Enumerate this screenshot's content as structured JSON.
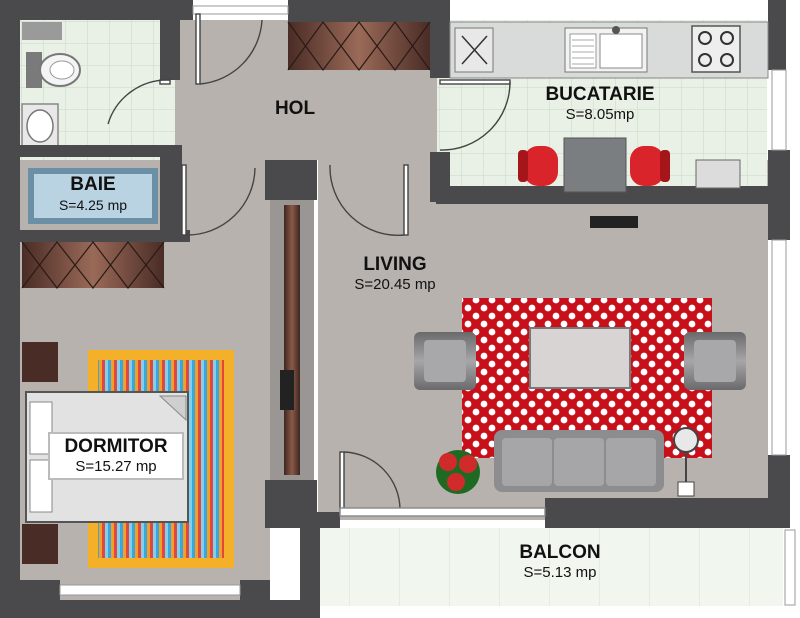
{
  "rooms": {
    "hol": {
      "name": "HOL"
    },
    "bucatarie": {
      "name": "BUCATARIE",
      "area": "S=8.05mp"
    },
    "baie": {
      "name": "BAIE",
      "area": "S=4.25 mp"
    },
    "living": {
      "name": "LIVING",
      "area": "S=20.45 mp"
    },
    "dormitor": {
      "name": "DORMITOR",
      "area": "S=15.27 mp"
    },
    "balcon": {
      "name": "BALCON",
      "area": "S=5.13 mp"
    }
  },
  "colors": {
    "wall": "#4a4a4c",
    "floor_gray": "#b8b2ae",
    "tile": "#e9f1e6",
    "rug_red": "#c8101a",
    "sofa": "#8d8d8f",
    "chair_red": "#d8242a",
    "wardrobe": "#5a3a30",
    "balcony": "#f1f6ef"
  },
  "icons": [
    "toilet-icon",
    "sink-icon",
    "stove-icon",
    "plant-icon",
    "floor-lamp-icon",
    "tv-icon"
  ]
}
